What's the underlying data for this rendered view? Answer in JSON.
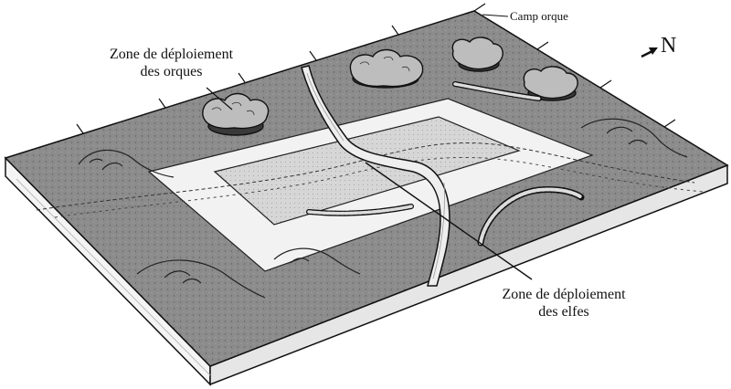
{
  "labels": {
    "orc_zone_line1": "Zone de déploiement",
    "orc_zone_line2": "des orques",
    "elf_zone_line1": "Zone de déploiement",
    "elf_zone_line2": "des elfes",
    "orc_camp": "Camp orque",
    "north": "N"
  },
  "colors": {
    "terrain": "#8c8c8c",
    "board_front": "#f4f4f4",
    "outer_zone": "#f2f2f2",
    "inner_zone": "#d6d6d6",
    "ink": "#111111",
    "river": "#eeeeee"
  },
  "icons": [
    "north-arrow-icon",
    "forest-icon",
    "hill-icon",
    "wall-icon"
  ]
}
